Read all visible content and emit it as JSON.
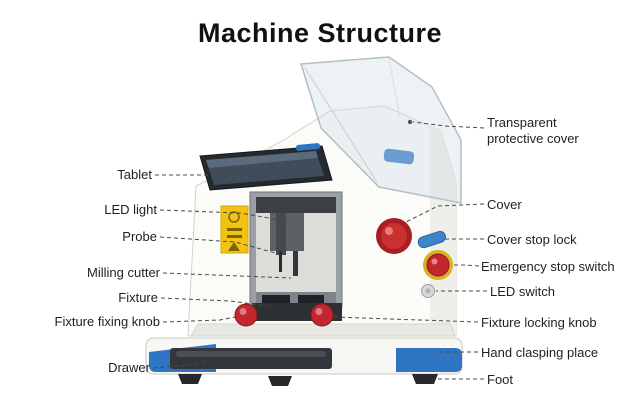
{
  "title": "Machine Structure",
  "labels": {
    "tablet": "Tablet",
    "led_light": "LED light",
    "probe": "Probe",
    "milling_cutter": "Milling cutter",
    "fixture": "Fixture",
    "fixture_fixing_knob": "Fixture fixing knob",
    "drawer": "Drawer",
    "transparent_protective_cover": "Transparent protective cover",
    "cover": "Cover",
    "cover_stop_lock": "Cover stop lock",
    "emergency_stop_switch": "Emergency stop switch",
    "led_switch": "LED switch",
    "fixture_locking_knob": "Fixture locking knob",
    "hand_clasping_place": "Hand clasping place",
    "foot": "Foot"
  },
  "colors": {
    "knob_red": "#c1272d",
    "emergency_ring_yellow": "#d9b021",
    "accent_blue": "#2e75c4",
    "warning_yellow": "#f2c411",
    "leader_line": "#4a4a4a",
    "body_white": "#fbfbf8"
  }
}
